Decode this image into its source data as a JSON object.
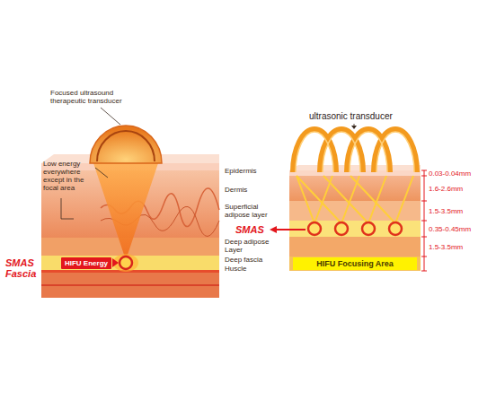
{
  "diagram": {
    "nodes": [
      {
        "text": [
          "HIFU Energy"
        ]
      },
      {
        "text": [
          "HIFU Focusing Area"
        ]
      }
    ],
    "labels": [
      "Focused ultrasound therapeutic transducer",
      "Low energy everywhere except in the focal area",
      "SMAS Fascia",
      "Epidermis",
      "Dermis",
      "Superficial adipose layer",
      "SMAS",
      "Deep adipose Layer",
      "Deep fascia",
      "Huscle",
      "ultrasonic transducer",
      "0.03-0.04mm",
      "1.6-2.6mm",
      "1.5-3.5mm",
      "0.35-0.45mm",
      "1.5-3.5mm"
    ]
  }
}
